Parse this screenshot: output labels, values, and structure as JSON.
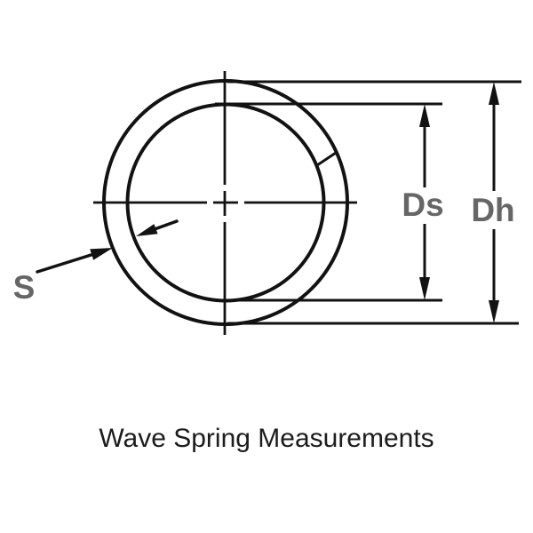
{
  "diagram": {
    "caption": "Wave Spring Measurements",
    "labels": {
      "thickness": "S",
      "inner_dimension": "Ds",
      "outer_dimension": "Dh"
    },
    "colors": {
      "line": "#121212",
      "dimension_label": "#666666",
      "caption_text": "#1c1c1c",
      "background": "#ffffff"
    }
  }
}
